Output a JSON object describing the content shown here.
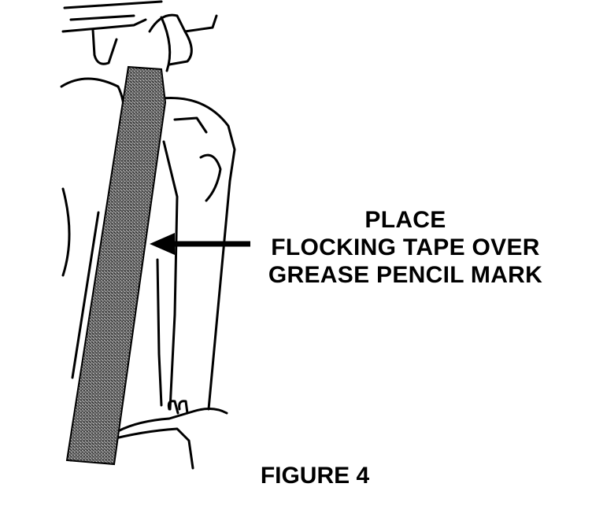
{
  "callout": {
    "line1": "PLACE",
    "line2": "FLOCKING TAPE OVER",
    "line3": "GREASE PENCIL MARK"
  },
  "caption": "FIGURE 4"
}
